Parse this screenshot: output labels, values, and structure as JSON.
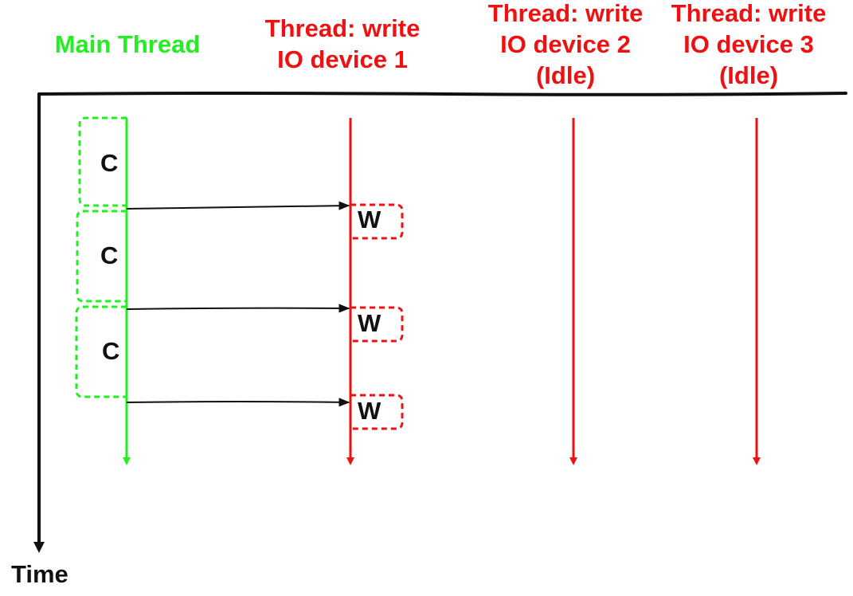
{
  "headers": {
    "main": "Main Thread",
    "thread1": {
      "line1": "Thread: write",
      "line2": "IO device 1"
    },
    "thread2": {
      "line1": "Thread: write",
      "line2": "IO device 2",
      "line3": "(Idle)"
    },
    "thread3": {
      "line1": "Thread: write",
      "line2": "IO device 3",
      "line3": "(Idle)"
    }
  },
  "compute_blocks": [
    {
      "label": "C"
    },
    {
      "label": "C"
    },
    {
      "label": "C"
    }
  ],
  "write_blocks": [
    {
      "label": "W"
    },
    {
      "label": "W"
    },
    {
      "label": "W"
    }
  ],
  "time_axis_label": "Time",
  "colors": {
    "main_thread": "#22ee22",
    "io_thread": "#ee1111",
    "axis": "#111111",
    "arrow": "#111111"
  }
}
